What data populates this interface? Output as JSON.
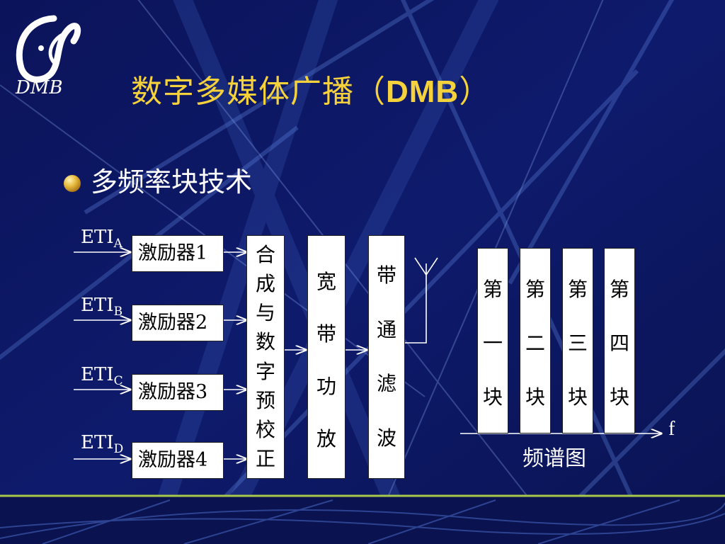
{
  "slide": {
    "title_cn": "数字多媒体广播（",
    "title_en": "DMB",
    "title_close": "）",
    "bullet": "多频率块技术",
    "logo_text": "DMB"
  },
  "diagram": {
    "inputs": [
      {
        "eti": "ETI",
        "sub": "A",
        "exciter": "激励器1"
      },
      {
        "eti": "ETI",
        "sub": "B",
        "exciter": "激励器2"
      },
      {
        "eti": "ETI",
        "sub": "C",
        "exciter": "激励器3"
      },
      {
        "eti": "ETI",
        "sub": "D",
        "exciter": "激励器4"
      }
    ],
    "combiner": [
      "合",
      "成",
      "与",
      "数",
      "字",
      "预",
      "校",
      "正"
    ],
    "amplifier": [
      "宽",
      "带",
      "功",
      "放"
    ],
    "filter": [
      "带",
      "通",
      "滤",
      "波"
    ],
    "spectrum": {
      "blocks": [
        [
          "第",
          "一",
          "块"
        ],
        [
          "第",
          "二",
          "块"
        ],
        [
          "第",
          "三",
          "块"
        ],
        [
          "第",
          "四",
          "块"
        ]
      ],
      "axis_label": "f",
      "caption": "频谱图"
    }
  },
  "colors": {
    "background": "#0c1660",
    "title": "#f5d23c",
    "text": "#ffffff",
    "box_fill": "#ffffff",
    "stripe_green": "#a8c84a"
  }
}
